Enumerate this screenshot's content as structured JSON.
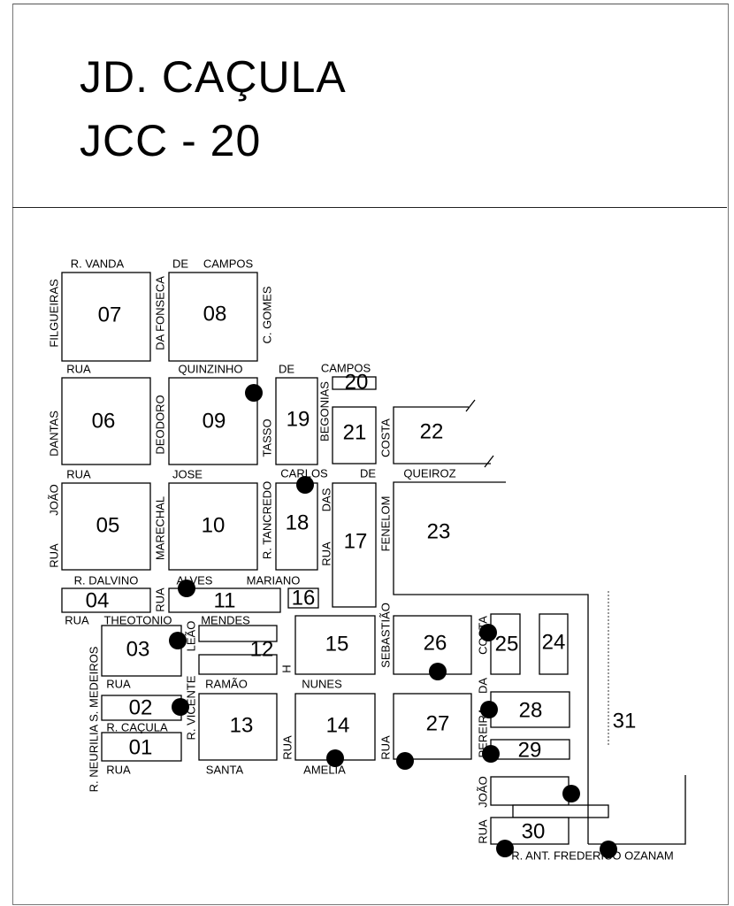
{
  "header": {
    "title": "JD. CAÇULA",
    "subtitle": "JCC - 20"
  },
  "blocks": [
    "07",
    "08",
    "06",
    "09",
    "19",
    "20",
    "21",
    "22",
    "05",
    "10",
    "18",
    "17",
    "23",
    "04",
    "11",
    "16",
    "03",
    "12",
    "15",
    "26",
    "25",
    "24",
    "02",
    "13",
    "14",
    "27",
    "28",
    "31",
    "01",
    "29",
    "30"
  ],
  "streets_h": [
    "R. VANDA",
    "DE",
    "CAMPOS",
    "RUA",
    "QUINZINHO",
    "DE",
    "CAMPOS",
    "RUA",
    "JOSE",
    "CARLOS",
    "DE",
    "QUEIROZ",
    "R. DALVINO",
    "ALVES",
    "MARIANO",
    "RUA",
    "THEOTONIO",
    "MENDES",
    "RUA",
    "RAMÃO",
    "NUNES",
    "R. CAÇULA",
    "RUA",
    "SANTA",
    "AMELIA",
    "R. ANT. FREDERICO OZANAM"
  ],
  "streets_v": [
    "FILGUEIRAS",
    "DA FONSECA",
    "C. GOMES",
    "DANTAS",
    "DEODORO",
    "TASSO",
    "BEGONIAS",
    "COSTA",
    "RUA",
    "JOÃO",
    "MARECHAL",
    "R. TANCREDO",
    "RUA",
    "DAS",
    "FENELOM",
    "RUA",
    "R. NEURILIA S. MEDEIROS",
    "LEÃO",
    "R. VICENTE",
    "H",
    "SEBASTIÃO",
    "RUA",
    "RUA",
    "COSTA",
    "DA",
    "PEREIRA",
    "JOÃO",
    "RUA"
  ]
}
